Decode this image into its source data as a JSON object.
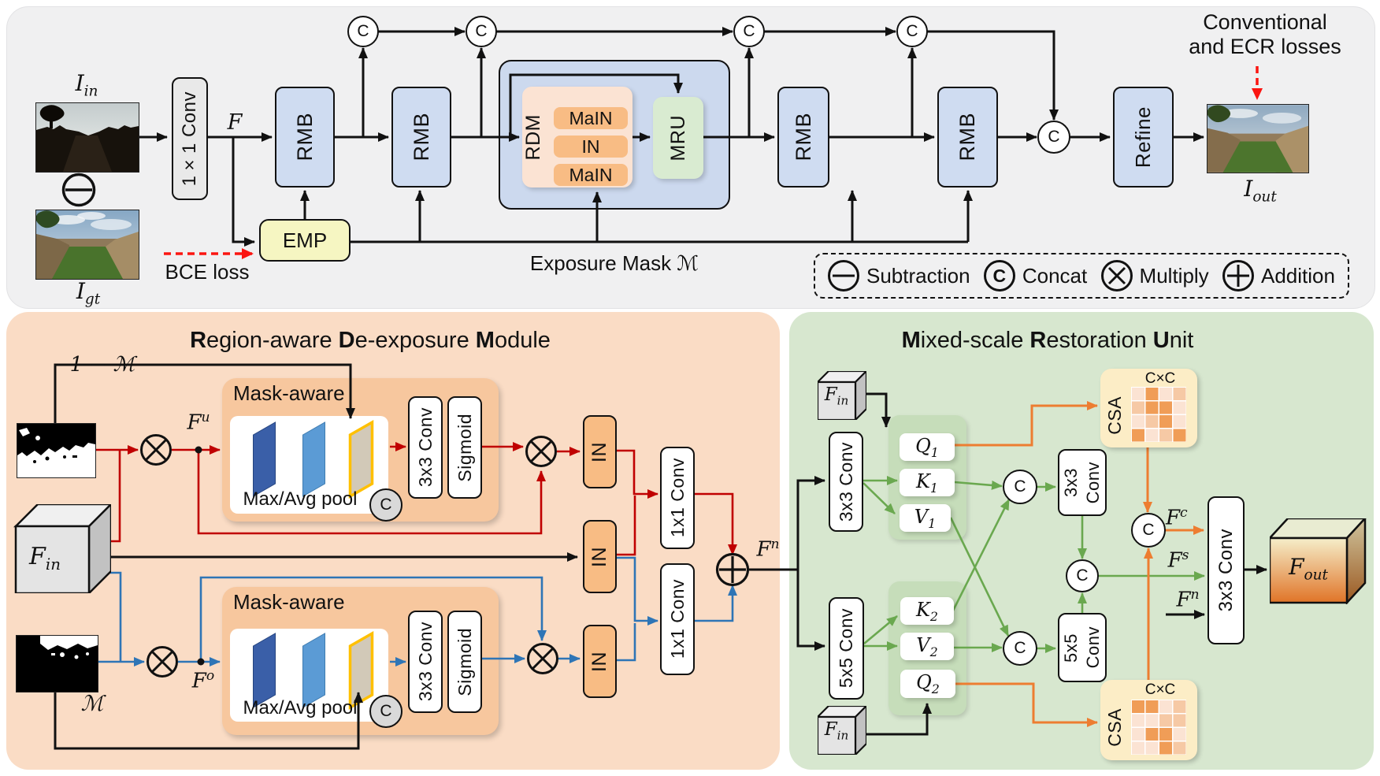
{
  "top_panel": {
    "blocks": {
      "conv1x1": "1×1 Conv",
      "rmb": "RMB",
      "rdm": "RDM",
      "main_top": "MaIN",
      "in_mid": "IN",
      "main_bottom": "MaIN",
      "mru": "MRU",
      "emp": "EMP",
      "refine": "Refine"
    },
    "concat_letter": "C",
    "labels": {
      "i_in": {
        "base": "I",
        "sub": "in"
      },
      "i_gt": {
        "base": "I",
        "sub": "gt"
      },
      "i_out": {
        "base": "I",
        "sub": "out"
      },
      "f": "F",
      "bce_loss": "BCE loss",
      "exposure_mask": "Exposure Mask ℳ",
      "losses_line1": "Conventional",
      "losses_line2": "and ECR losses"
    },
    "legend": {
      "subtraction": "Subtraction",
      "concat": "Concat",
      "multiply": "Multiply",
      "addition": "Addition",
      "concat_letter": "C"
    }
  },
  "rdm_panel": {
    "title_segments": [
      {
        "text": "R",
        "bold": true
      },
      {
        "text": "egion-aware ",
        "bold": false
      },
      {
        "text": "D",
        "bold": true
      },
      {
        "text": "e-exposure ",
        "bold": false
      },
      {
        "text": "M",
        "bold": true
      },
      {
        "text": "odule",
        "bold": false
      }
    ],
    "labels": {
      "one_minus_m": "1 − ℳ",
      "m": "ℳ",
      "f_u": {
        "base": "F",
        "sup": "u"
      },
      "f_o": {
        "base": "F",
        "sup": "o"
      },
      "f_n": {
        "base": "F",
        "sup": "n"
      },
      "f_in": {
        "base": "F",
        "sub": "in"
      }
    },
    "mask_aware_title": "Mask-aware",
    "max_avg_pool": "Max/Avg pool",
    "blocks": {
      "conv3x3": "3x3 Conv",
      "sigmoid": "Sigmoid",
      "in": "IN",
      "conv1x1": "1x1 Conv"
    },
    "concat_letter": "C"
  },
  "mru_panel": {
    "title_segments": [
      {
        "text": "M",
        "bold": true
      },
      {
        "text": "ixed-scale ",
        "bold": false
      },
      {
        "text": "R",
        "bold": true
      },
      {
        "text": "estoration ",
        "bold": false
      },
      {
        "text": "U",
        "bold": true
      },
      {
        "text": "nit",
        "bold": false
      }
    ],
    "labels": {
      "f_in_top": {
        "base": "F",
        "sub": "in"
      },
      "f_in_bottom": {
        "base": "F",
        "sub": "in"
      },
      "f_out": {
        "base": "F",
        "sub": "out"
      },
      "f_c": {
        "base": "F",
        "sup": "c"
      },
      "f_s": {
        "base": "F",
        "sup": "s"
      },
      "f_n": {
        "base": "F",
        "sup": "n"
      },
      "q1": {
        "base": "Q",
        "sub": "1"
      },
      "k1": {
        "base": "K",
        "sub": "1"
      },
      "v1": {
        "base": "V",
        "sub": "1"
      },
      "k2": {
        "base": "K",
        "sub": "2"
      },
      "v2": {
        "base": "V",
        "sub": "2"
      },
      "q2": {
        "base": "Q",
        "sub": "2"
      }
    },
    "blocks": {
      "conv3x3": "3x3 Conv",
      "conv5x5": "5x5 Conv",
      "conv3x3_l1": "3x3",
      "conv3x3_l2": "Conv",
      "conv5x5_l1": "5x5",
      "conv5x5_l2": "Conv",
      "conv3x3_out": "3x3 Conv"
    },
    "csa": {
      "label": "CSA",
      "cxc": "C×C"
    },
    "concat_letter": "C"
  }
}
